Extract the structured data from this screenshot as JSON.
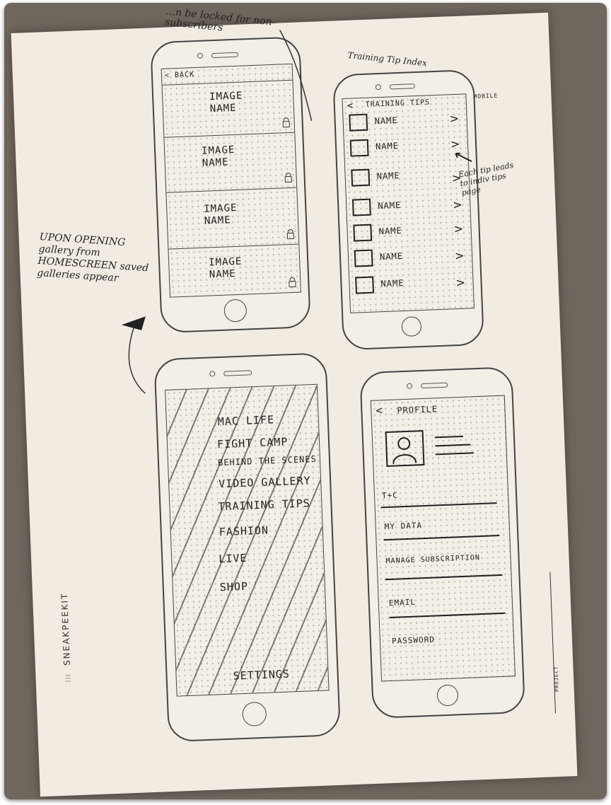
{
  "notes": {
    "top_note": "...n be locked for non-subscribers",
    "training_index_title": "Training Tip Index",
    "mobile_tag": "MOBILE",
    "each_tip_note": "Each tip leads to indiv tips page",
    "gallery_note": "UPON OPENING gallery from HOMESCREEN saved galleries appear",
    "brand": "SNEAKPEEKIT",
    "project_tag": "PROJECT"
  },
  "gallery_screen": {
    "back_label": "< BACK",
    "items": [
      {
        "label": "IMAGE\nNAME",
        "locked": true
      },
      {
        "label": "IMAGE\nNAME",
        "locked": true
      },
      {
        "label": "IMAGE\nNAME",
        "locked": true
      },
      {
        "label": "IMAGE\nNAME",
        "locked": true
      }
    ]
  },
  "training_screen": {
    "back_icon": "chevron-left-icon",
    "title": "TRAINING TIPS",
    "items": [
      "NAME",
      "NAME",
      "NAME",
      "NAME",
      "NAME",
      "NAME",
      "NAME"
    ]
  },
  "menu_screen": {
    "items": [
      "MAC LIFE",
      "FIGHT CAMP",
      "BEHIND THE SCENES",
      "VIDEO GALLERY",
      "TRAINING TIPS",
      "FASHION",
      "LIVE",
      "SHOP"
    ],
    "settings": "SETTINGS"
  },
  "profile_screen": {
    "title": "PROFILE",
    "avatar_icon": "user-avatar-icon",
    "rows": [
      "T+C",
      "MY DATA",
      "MANAGE SUBSCRIPTION",
      "EMAIL",
      "PASSWORD"
    ]
  }
}
